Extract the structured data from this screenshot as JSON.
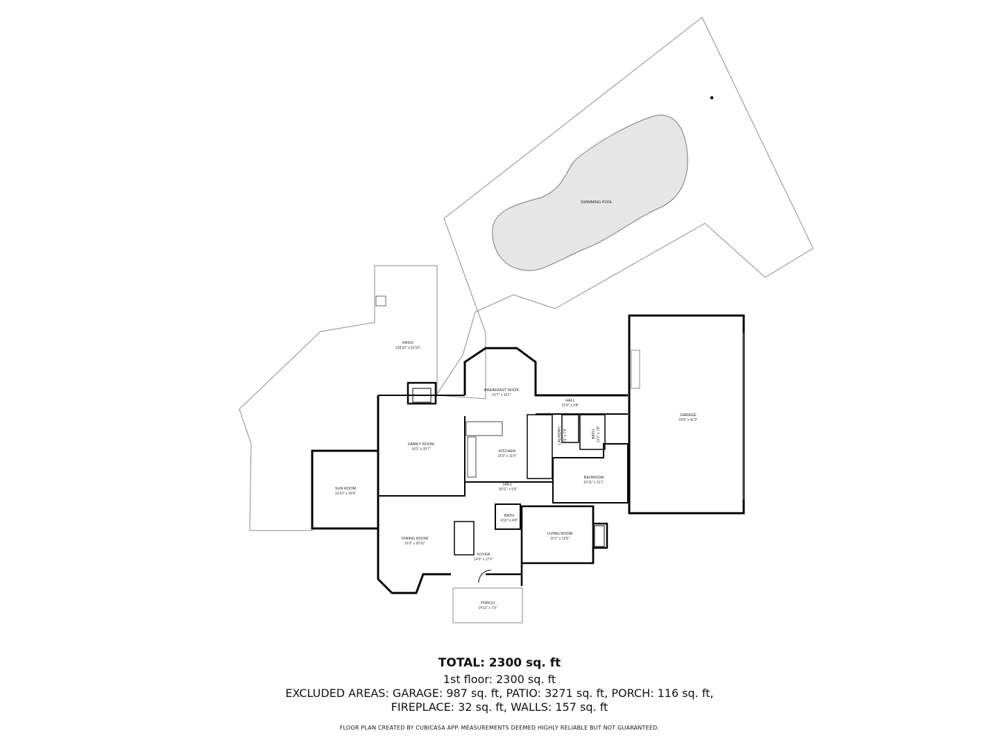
{
  "rooms": {
    "pool": {
      "label": "SWIMMING POOL",
      "dim": ""
    },
    "patio": {
      "label": "PATIO",
      "dim": "126'10\" x 52'10\""
    },
    "breakfast": {
      "label": "BREAKFAST NOOK",
      "dim": "15'7\" x 16'1\""
    },
    "hall_top": {
      "label": "HALL",
      "dim": "22'9\" x 3'8\""
    },
    "garage": {
      "label": "GARAGE",
      "dim": "23'9\" x 41'9\""
    },
    "family": {
      "label": "FAMILY ROOM",
      "dim": "18'3\" x 20'7\""
    },
    "kitchen": {
      "label": "KITCHEN",
      "dim": "15'3\" x 11'4\""
    },
    "laundry": {
      "label": "LAUNDRY",
      "dim": "5'5\" x 7'8\""
    },
    "bath_top": {
      "label": "BATH",
      "dim": "10'2\" x 7'8\""
    },
    "sun": {
      "label": "SUN ROOM",
      "dim": "13'10\" x 16'0\""
    },
    "hall_mid": {
      "label": "HALL",
      "dim": "18'11\" x 5'8\""
    },
    "bedroom": {
      "label": "BEDROOM",
      "dim": "15'11\" x 11'1\""
    },
    "bath_small": {
      "label": "BATH",
      "dim": "4'10\" x 4'9\""
    },
    "living": {
      "label": "LIVING ROOM",
      "dim": "15'1\" x 12'8\""
    },
    "dining": {
      "label": "DINING ROOM",
      "dim": "16'3\" x 20'11\""
    },
    "foyer": {
      "label": "FOYER",
      "dim": "14'0\" x 17'2\""
    },
    "porch": {
      "label": "PORCH",
      "dim": "14'11\" x 7'9\""
    }
  },
  "summary": {
    "total": "TOTAL: 2300 sq. ft",
    "floor": "1st floor: 2300 sq. ft",
    "excluded_line1": "EXCLUDED AREAS: GARAGE: 987 sq. ft, PATIO: 3271 sq. ft, PORCH: 116 sq. ft,",
    "excluded_line2": "FIREPLACE: 32 sq. ft, WALLS: 157 sq. ft",
    "credit": "FLOOR PLAN CREATED BY CUBICASA APP. MEASUREMENTS DEEMED HIGHLY RELIABLE BUT NOT GUARANTEED."
  },
  "colors": {
    "wall": "#000000",
    "outline": "#8a8a8a",
    "pool_fill": "#e6e6e6"
  }
}
